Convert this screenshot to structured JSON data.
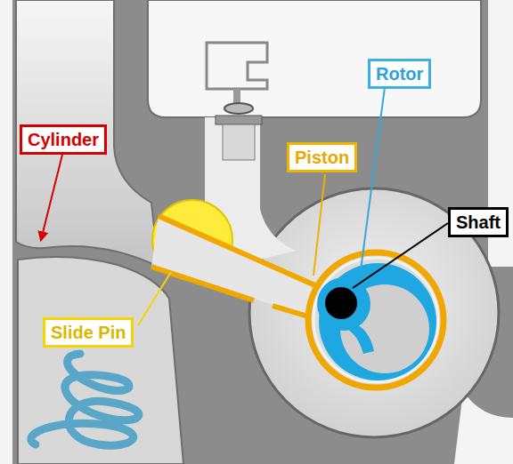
{
  "diagram": {
    "nodes": [
      {
        "text": [
          "Rotor"
        ]
      },
      {
        "text": [
          "Cylinder"
        ]
      },
      {
        "text": [
          "Piston"
        ]
      },
      {
        "text": [
          "Shaft"
        ]
      },
      {
        "text": [
          "Slide Pin"
        ]
      }
    ]
  }
}
